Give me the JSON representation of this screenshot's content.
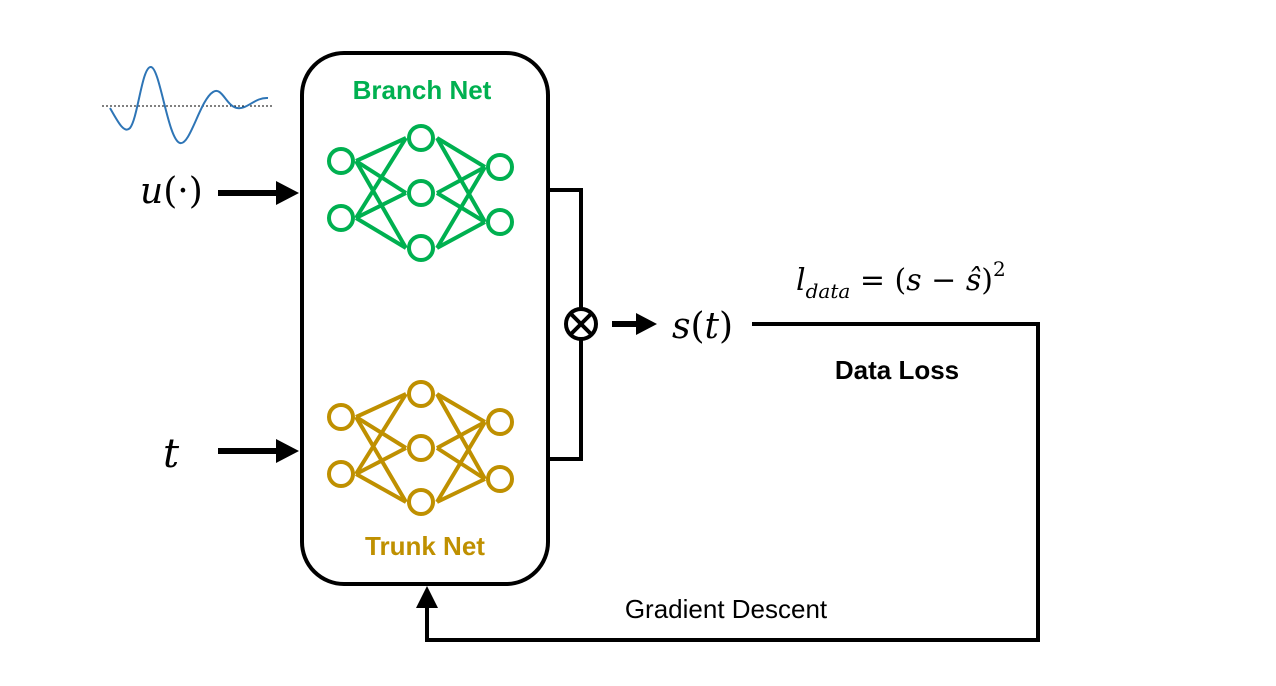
{
  "labels": {
    "branch_net": "Branch Net",
    "trunk_net": "Trunk Net",
    "data_loss": "Data Loss",
    "gradient_descent": "Gradient Descent"
  },
  "math": {
    "input_function": {
      "u": "u",
      "open": "(",
      "dot": "·",
      "close": ")"
    },
    "input_time": "t",
    "output": {
      "s": "s",
      "open": "(",
      "t": "t",
      "close": ")"
    },
    "loss": {
      "l": "l",
      "sub": "data",
      "eq": " = (",
      "s": "s",
      "minus": " − ",
      "shat": "ŝ",
      "close": ")",
      "exp": "2"
    }
  },
  "colors": {
    "branch": "#00B050",
    "trunk": "#BF9000",
    "wave": "#2E75B6",
    "stroke": "#000000"
  },
  "icons": {
    "product": "circled-times-icon"
  }
}
